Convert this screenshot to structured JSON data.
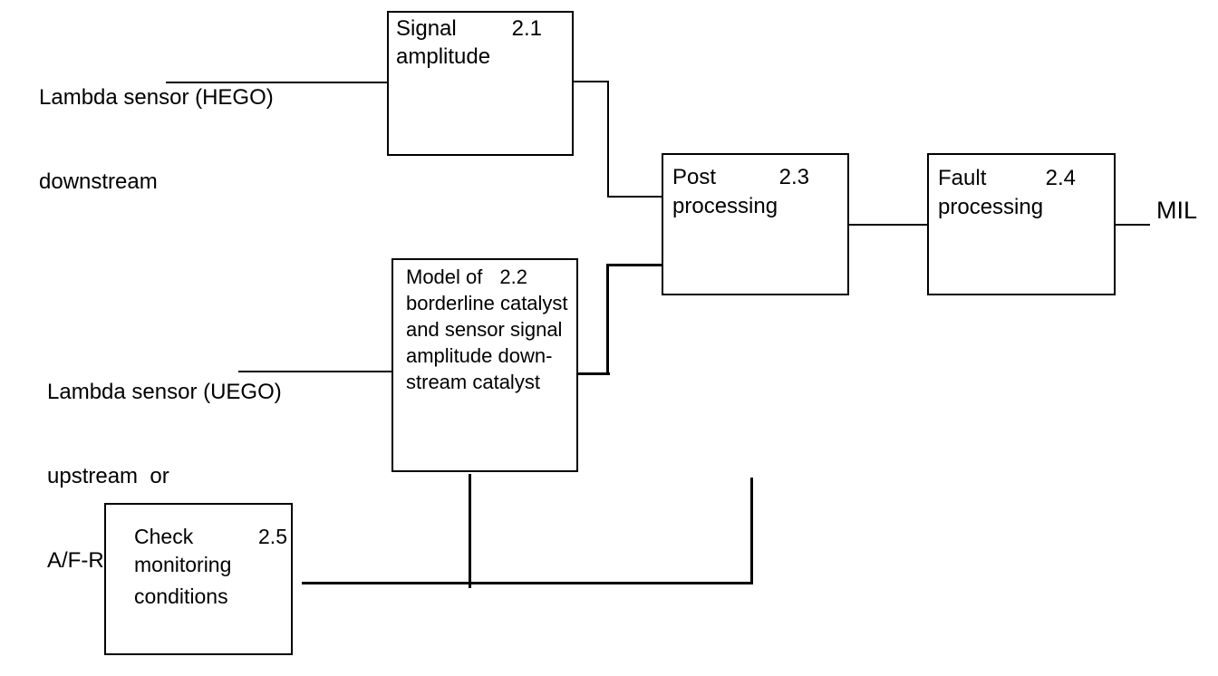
{
  "canvas": {
    "background_color": "#ffffff",
    "line_color": "#000000"
  },
  "labels": {
    "input_top": {
      "line1": "Lambda sensor (HEGO)",
      "line2": "downstream"
    },
    "input_mid": {
      "line1": "Lambda sensor (UEGO)",
      "line2": "upstream  or",
      "line3": "A/F-Ratio (HEGO)"
    },
    "output": "MIL"
  },
  "blocks": {
    "signal": {
      "title": "Signal",
      "number": "2.1",
      "lines": [
        "amplitude"
      ]
    },
    "model": {
      "title": "Model of",
      "number": "2.2",
      "lines": [
        "borderline catalyst",
        "and sensor signal",
        "amplitude down-",
        "stream catalyst"
      ]
    },
    "post": {
      "title": "Post",
      "number": "2.3",
      "lines": [
        "processing"
      ]
    },
    "fault": {
      "title": "Fault",
      "number": "2.4",
      "lines": [
        "processing"
      ]
    },
    "check": {
      "title": "Check",
      "number": "2.5",
      "lines": [
        "monitoring",
        "conditions"
      ]
    }
  }
}
